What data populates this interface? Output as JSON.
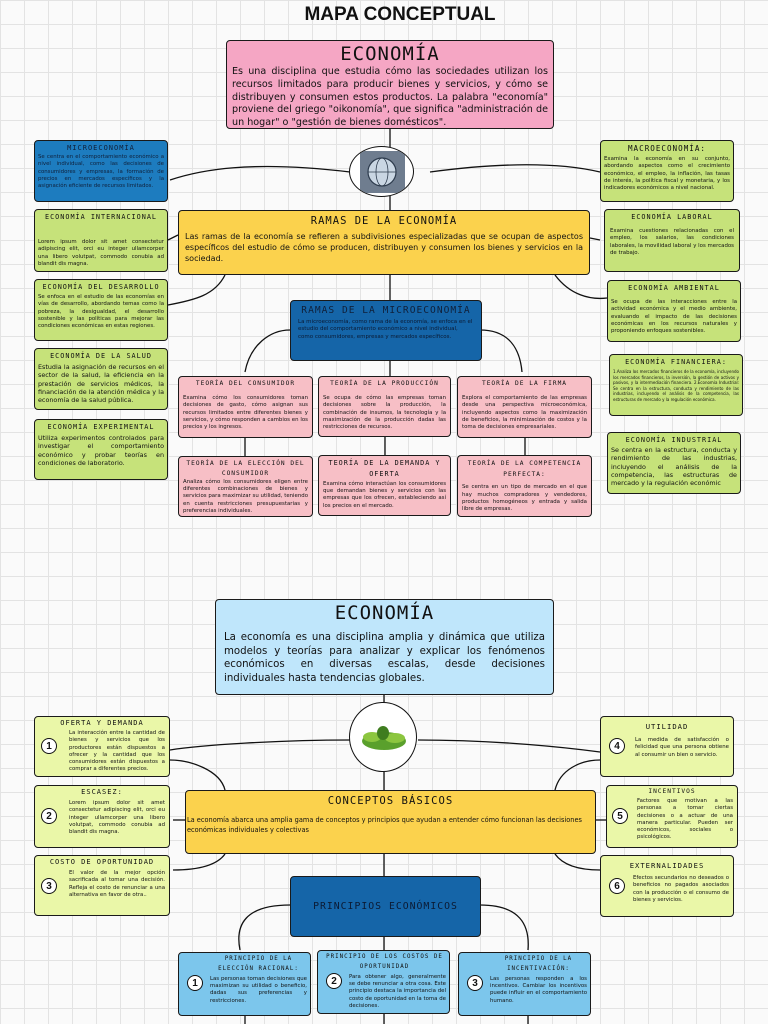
{
  "title": "MAPA CONCEPTUAL",
  "map1": {
    "main": {
      "title": "ECONOMÍA",
      "text": "Es una disciplina que estudia cómo las sociedades utilizan los recursos limitados para producir bienes y servicios, y cómo se distribuyen y consumen estos productos. La palabra \"economía\" proviene del griego \"oikonomía\", que significa \"administración de un hogar\" o \"gestión de bienes domésticos\"."
    },
    "ramas": {
      "title": "RAMAS DE LA ECONOMÍA",
      "text": "Las ramas de la economía se refieren a subdivisiones especializadas que se ocupan de aspectos específicos del estudio de cómo se producen, distribuyen y consumen los bienes y servicios en la sociedad."
    },
    "micro_ramas": {
      "title": "RAMAS DE LA MICROECONOMÍA",
      "text": "La microeconomía, como rama de la economía, se enfoca en el estudio del comportamiento económico a nivel individual, como consumidores, empresas y mercados específicos."
    },
    "left": [
      {
        "title": "MICROECONOMÍA",
        "text": "Se centra en el comportamiento económico a nivel individual, como las decisiones de consumidores y empresas, la formación de precios en mercados específicos y la asignación eficiente de recursos limitados."
      },
      {
        "title": "ECONOMÍA INTERNACIONAL",
        "text": "Lorem ipsum dolor sit amet consectetur adipiscing elit, orci eu integer ullamcorper una libero volutpat, commodo conubia ad blandit dis magna."
      },
      {
        "title": "ECONOMÍA DEL DESARROLLO",
        "text": "Se enfoca en el estudio de las economías en vías de desarrollo, abordando temas como la pobreza, la desigualdad, el desarrollo sostenible y las políticas para mejorar las condiciones económicas en estas regiones."
      },
      {
        "title": "ECONOMÍA DE LA SALUD",
        "text": "Estudia la asignación de recursos en el sector de la salud, la eficiencia en la prestación de servicios médicos, la financiación de la atención médica y la economía de la salud pública."
      },
      {
        "title": "ECONOMÍA EXPERIMENTAL",
        "text": "Utiliza experimentos controlados para investigar el comportamiento económico y probar teorías en condiciones de laboratorio."
      }
    ],
    "right": [
      {
        "title": "MACROECONOMÍA:",
        "text": "Examina la economía en su conjunto, abordando aspectos como el crecimiento económico, el empleo, la inflación, las tasas de interés, la política fiscal y monetaria, y los indicadores económicos a nivel nacional."
      },
      {
        "title": "ECONOMÍA LABORAL",
        "text": "Examina cuestiones relacionadas con el empleo, los salarios, las condiciones laborales, la movilidad laboral y los mercados de trabajo."
      },
      {
        "title": "ECONOMÍA AMBIENTAL",
        "text": "Se ocupa de las interacciones entre la actividad económica y el medio ambiente, evaluando el impacto de las decisiones económicas en los recursos naturales y proponiendo enfoques sostenibles."
      },
      {
        "title": "ECONOMÍA FINANCIERA:",
        "text": "1.Analiza los mercados financieros de la economía, incluyendo los mercados financieros, la inversión, la gestión de activos y pasivos, y la intermediación financiera. 2.Economía Industrial: Se centra en la estructura, conducta y rendimiento de las industrias, incluyendo el análisis de la competencia, las estructuras de mercado y la regulación económica."
      },
      {
        "title": "ECONOMÍA INDUSTRIAL",
        "text": "Se centra en la estructura, conducta y rendimiento de las industrias, incluyendo el análisis de la competencia, las estructuras de mercado y la regulación económic"
      }
    ],
    "theories": [
      {
        "title": "TEORÍA DEL CONSUMIDOR",
        "text": "Examina cómo los consumidores toman decisiones de gasto, cómo asignan sus recursos limitados entre diferentes bienes y servicios, y cómo responden a cambios en los precios y los ingresos."
      },
      {
        "title": "TEORÍA DE LA PRODUCCIÓN",
        "text": "Se ocupa de cómo las empresas toman decisiones sobre la producción, la combinación de insumos, la tecnología y la maximización de la producción dadas las restricciones de recursos."
      },
      {
        "title": "TEORÍA DE LA FIRMA",
        "text": "Explora el comportamiento de las empresas desde una perspectiva microeconómica, incluyendo aspectos como la maximización de beneficios, la minimización de costos y la toma de decisiones empresariales."
      },
      {
        "title": "TEORÍA DE LA ELECCIÓN DEL CONSUMIDOR",
        "text": "Analiza cómo los consumidores eligen entre diferentes combinaciones de bienes y servicios para maximizar su utilidad, teniendo en cuenta restricciones presupuestarias y preferencias individuales."
      },
      {
        "title": "TEORÍA DE LA DEMANDA Y OFERTA",
        "text": "Examina cómo interactúan los consumidores que demandan bienes y servicios con las empresas que los ofrecen, estableciendo así los precios en el mercado."
      },
      {
        "title": "TEORÍA DE LA COMPETENCIA PERFECTA:",
        "text": "Se centra en un tipo de mercado en el que hay muchos compradores y vendedores, productos homogéneos y entrada y salida libre de empresas."
      }
    ]
  },
  "map2": {
    "main": {
      "title": "ECONOMÍA",
      "text": "La economía es una disciplina amplia y dinámica que utiliza modelos y teorías para analizar y explicar los fenómenos económicos en diversas escalas, desde decisiones individuales hasta tendencias globales."
    },
    "conceptos": {
      "title": "CONCEPTOS BÁSICOS",
      "text": "La economía abarca una amplia gama de conceptos y principios que ayudan a entender cómo funcionan las decisiones económicas individuales y colectivas"
    },
    "principios": {
      "title": "PRINCIPIOS ECONÓMICOS"
    },
    "left": [
      {
        "num": "1",
        "title": "OFERTA Y DEMANDA",
        "text": "La interacción entre la cantidad de bienes y servicios que los productores están dispuestos a ofrecer y la cantidad que los consumidores están dispuestos a comprar a diferentes precios."
      },
      {
        "num": "2",
        "title": "ESCASEZ:",
        "text": "Lorem ipsum dolor sit amet consectetur adipiscing elit, orci eu integer ullamcorper una libero volutpat, commodo conubia ad blandit dis magna."
      },
      {
        "num": "3",
        "title": "COSTO DE OPORTUNIDAD",
        "text": "El valor de la mejor opción sacrificada al tomar una decisión. Refleja el costo de renunciar a una alternativa en favor de otra.."
      }
    ],
    "right": [
      {
        "num": "4",
        "title": "UTILIDAD",
        "text": "La medida de satisfacción o felicidad que una persona obtiene al consumir un bien o servicio."
      },
      {
        "num": "5",
        "title": "INCENTIVOS",
        "text": "Factores que motivan a las personas a tomar ciertas decisiones o a actuar de una manera particular. Pueden ser económicos, sociales o psicológicos."
      },
      {
        "num": "6",
        "title": "EXTERNALIDADES",
        "text": "Efectos secundarios no deseados o beneficios no pagados asociados con la producción o el consumo de bienes y servicios."
      }
    ],
    "bottom": [
      {
        "num": "1",
        "title": "PRINCIPIO DE LA ELECCIÓN RACIONAL:",
        "text": "Las personas toman decisiones que maximizan su utilidad o beneficio, dadas sus preferencias y restricciones."
      },
      {
        "num": "2",
        "title": "PRINCIPIO DE LOS COSTOS DE OPORTUNIDAD",
        "text": "Para obtener algo, generalmente se debe renunciar a otra cosa. Este principio destaca la importancia del costo de oportunidad en la toma de decisiones."
      },
      {
        "num": "3",
        "title": "PRINCIPIO DE LA INCENTIVACIÓN:",
        "text": "Las personas responden a los incentivos. Cambiar los incentivos puede influir en el comportamiento humano."
      }
    ]
  }
}
